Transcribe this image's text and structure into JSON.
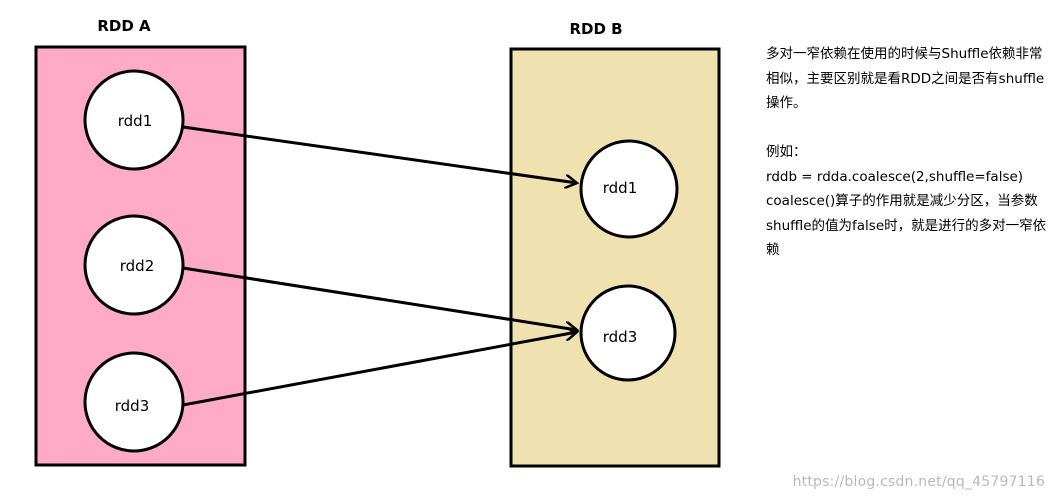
{
  "diagram": {
    "box_a": {
      "title": "RDD A",
      "fill": "#ffaac7",
      "nodes": [
        {
          "id": "a1",
          "label": "rdd1"
        },
        {
          "id": "a2",
          "label": "rdd2"
        },
        {
          "id": "a3",
          "label": "rdd3"
        }
      ]
    },
    "box_b": {
      "title": "RDD B",
      "fill": "#efe2b0",
      "nodes": [
        {
          "id": "b1",
          "label": "rdd1"
        },
        {
          "id": "b2",
          "label": "rdd3"
        }
      ]
    },
    "edges": [
      {
        "from": "a1",
        "to": "b1"
      },
      {
        "from": "a2",
        "to": "b2"
      },
      {
        "from": "a3",
        "to": "b2"
      }
    ]
  },
  "note": {
    "paragraph1": "多对一窄依赖在使用的时候与Shuffle依赖非常相似，主要区别就是看RDD之间是否有shuffle操作。",
    "example_heading": "例如：",
    "code_line": "rddb = rdda.coalesce(2,shuffle=false)",
    "explanation": "coalesce()算子的作用就是减少分区，当参数shuffle的值为false时，就是进行的多对一窄依赖"
  },
  "watermark": "https://blog.csdn.net/qq_45797116"
}
